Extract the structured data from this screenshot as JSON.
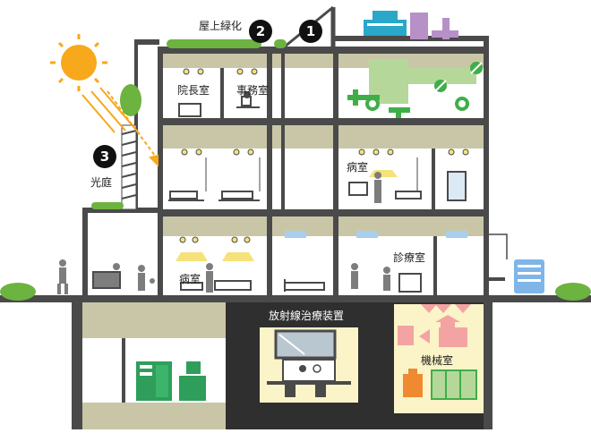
{
  "labels": {
    "rooftop_greening": "屋上緑化",
    "lightwell": "光庭",
    "director_room": "院長室",
    "office": "事務室",
    "ward_upper": "病室",
    "ward_lower": "病室",
    "consultation_room": "診療室",
    "radiation_therapy": "放射線治療装置",
    "machine_room": "機械室"
  },
  "markers": {
    "one": "1",
    "two": "2",
    "three": "3"
  },
  "colors": {
    "wall": "#4a4a4a",
    "slab_fill": "#c9c6a7",
    "room_fill": "#ffffff",
    "basement_fill": "#d4d1b2",
    "radiation_bg": "#2f2f2f",
    "radiation_room": "#fbf4c8",
    "machine_room": "#fbf4c8",
    "sun": "#f7a81b",
    "green": "#6cb33f",
    "pipe_green": "#3fae49",
    "duct_green": "#b5d89a",
    "ac_blue": "#a8cff0",
    "cyan_equipment": "#29a8c9",
    "purple_equipment": "#b790c8",
    "lamp": "#f5e27a",
    "pink_arrow": "#f4a3a3",
    "equip_green": "#2e9e5a",
    "orange_device": "#f08a30",
    "black": "#111111"
  },
  "icons": [
    "sun-icon",
    "tree-icon",
    "person-icon",
    "bed-icon",
    "lamp-icon",
    "air-conditioner-icon",
    "monitor-icon",
    "fan-icon",
    "cooling-tower-icon"
  ]
}
